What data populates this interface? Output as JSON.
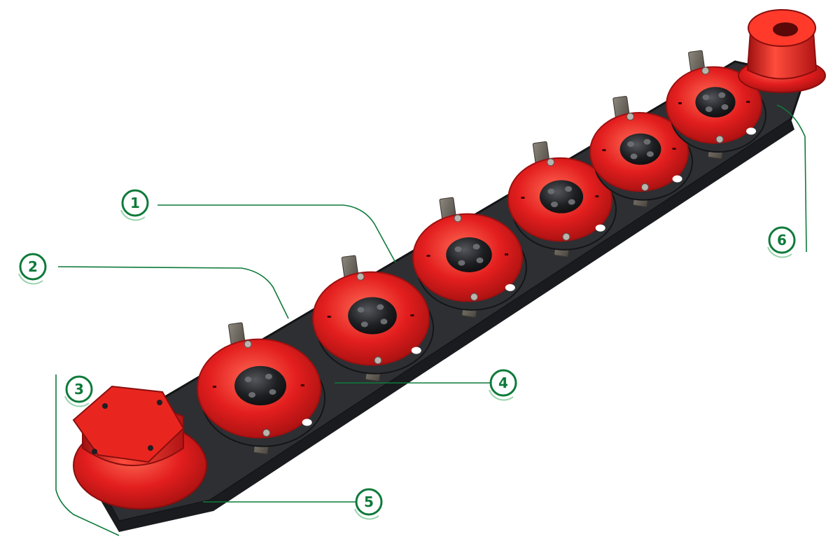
{
  "colors": {
    "disc_red": "#e31e1e",
    "disc_red_dark": "#9e1010",
    "disc_red_light": "#ff5a4a",
    "bar_dark": "#2d2f33",
    "bar_edge": "#141517",
    "hub_dark": "#1e1f22",
    "knife_grey": "#6e6a63",
    "callout_green": "#0e7a3a",
    "callout_ring": "#9ad3ad"
  },
  "icons": {
    "disc": "cutting-disc-icon",
    "drum": "conveyor-drum-icon",
    "knife": "knife-blade-icon"
  },
  "callouts": [
    {
      "num": "1",
      "part": "cutter-bar"
    },
    {
      "num": "2",
      "part": "cutting-disc"
    },
    {
      "num": "3",
      "part": "outer-drum"
    },
    {
      "num": "4",
      "part": "knife"
    },
    {
      "num": "5",
      "part": "skid"
    },
    {
      "num": "6",
      "part": "inner-drum"
    }
  ]
}
